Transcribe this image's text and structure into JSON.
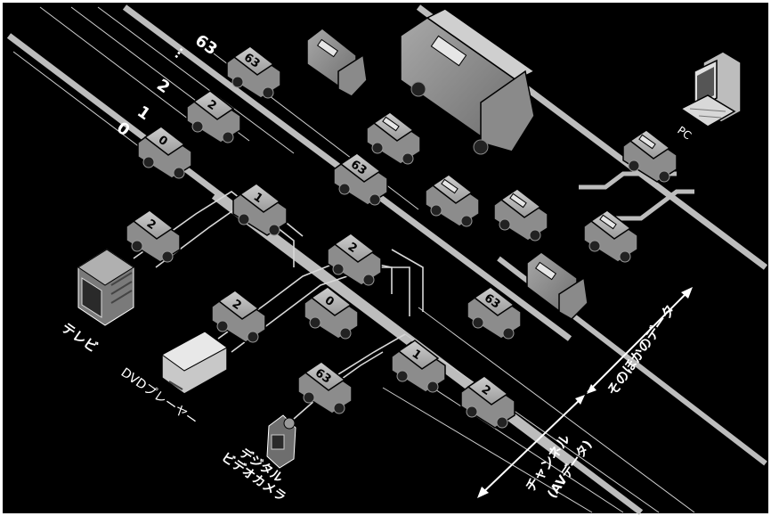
{
  "lane_labels": [
    "0",
    "1",
    "2",
    "…",
    "63"
  ],
  "cars": [
    {
      "label": "63"
    },
    {
      "label": "2"
    },
    {
      "label": "0"
    },
    {
      "label": "2"
    },
    {
      "label": "1"
    },
    {
      "label": "63"
    },
    {
      "label": "2"
    },
    {
      "label": "2"
    },
    {
      "label": "0"
    },
    {
      "label": "63"
    },
    {
      "label": "63"
    },
    {
      "label": "1"
    },
    {
      "label": "2"
    }
  ],
  "devices": {
    "tv": "テレビ",
    "dvd": "DVDプレーヤー",
    "camera_line1": "デジタル",
    "camera_line2": "ビデオカメラ",
    "pc": "PC"
  },
  "annotations": {
    "other_data": "そのほかのデータ",
    "channel_line1": "チャンネル",
    "channel_line2": "(AVデータ)"
  },
  "colors": {
    "background": "#000000",
    "road": "#bdbdbd",
    "vehicle": "#9a9a9a",
    "frame": "#ffffff"
  }
}
